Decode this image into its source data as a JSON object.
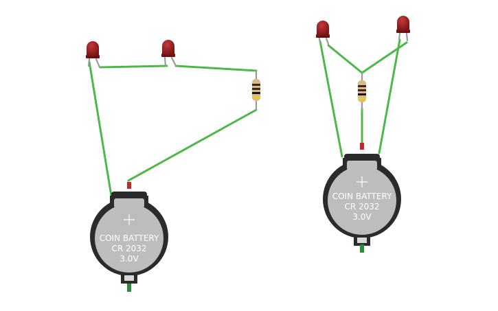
{
  "circuits": [
    {
      "id": "series",
      "battery": {
        "line1": "COIN BATTERY",
        "line2": "CR 2032",
        "line3": "3.0V"
      },
      "leds": [
        {
          "color": "#8b1a1a"
        },
        {
          "color": "#8b1a1a"
        }
      ],
      "resistor": {
        "body_color": "#d9b98a",
        "bands": [
          "#3a2a1a",
          "#3a2a1a",
          "#111111",
          "#e8c83a"
        ]
      }
    },
    {
      "id": "parallel",
      "battery": {
        "line1": "COIN BATTERY",
        "line2": "CR 2032",
        "line3": "3.0V"
      },
      "leds": [
        {
          "color": "#8b1a1a"
        },
        {
          "color": "#8b1a1a"
        }
      ],
      "resistor": {
        "body_color": "#d9b98a",
        "bands": [
          "#3a2a1a",
          "#3a2a1a",
          "#111111",
          "#e8c83a"
        ]
      }
    }
  ],
  "colors": {
    "wire": "#4cb848",
    "battery_body": "#bdbdbd",
    "battery_holder": "#2b2b2b",
    "terminal_positive": "#c0282d",
    "terminal_negative": "#2e8b3a"
  }
}
